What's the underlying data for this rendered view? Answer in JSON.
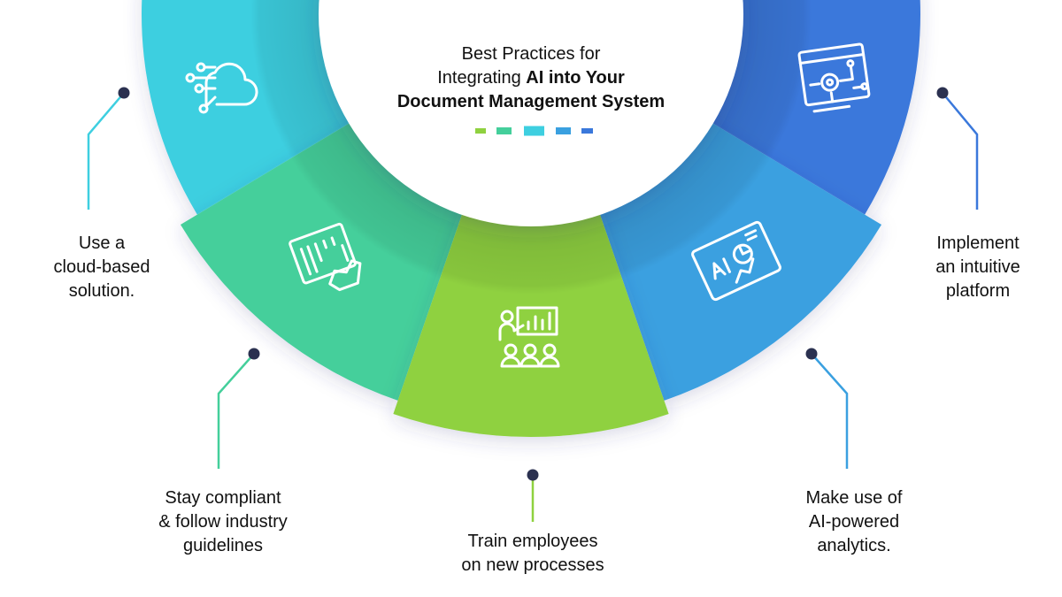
{
  "title": {
    "line1": "Best Practices for",
    "line2_regular": "Integrating ",
    "line2_bold": "AI into Your",
    "line3_bold": "Document Management System"
  },
  "title_dash_colors": [
    "#8fd13f",
    "#44cf9b",
    "#3ecfe0",
    "#3aa0e0",
    "#3a78db"
  ],
  "segments": [
    {
      "id": "cloud",
      "color": "#3ecfe0",
      "icon": "cloud-circuit-icon",
      "label_lines": [
        "Use a",
        "cloud-based",
        "solution."
      ]
    },
    {
      "id": "compliance",
      "color": "#44cf9b",
      "icon": "document-hand-icon",
      "label_lines": [
        "Stay compliant",
        "& follow industry",
        "guidelines"
      ]
    },
    {
      "id": "training",
      "color": "#8fd13f",
      "icon": "presentation-audience-icon",
      "label_lines": [
        "Train employees",
        "on new processes"
      ]
    },
    {
      "id": "analytics",
      "color": "#3aa0e0",
      "icon": "ai-analytics-document-icon",
      "label_lines": [
        "Make use of",
        "AI-powered",
        "analytics."
      ]
    },
    {
      "id": "platform",
      "color": "#3a78db",
      "icon": "gear-circuit-screen-icon",
      "label_lines": [
        "Implement",
        "an intuitive",
        "platform"
      ]
    }
  ],
  "dot_color": "#2b3150"
}
